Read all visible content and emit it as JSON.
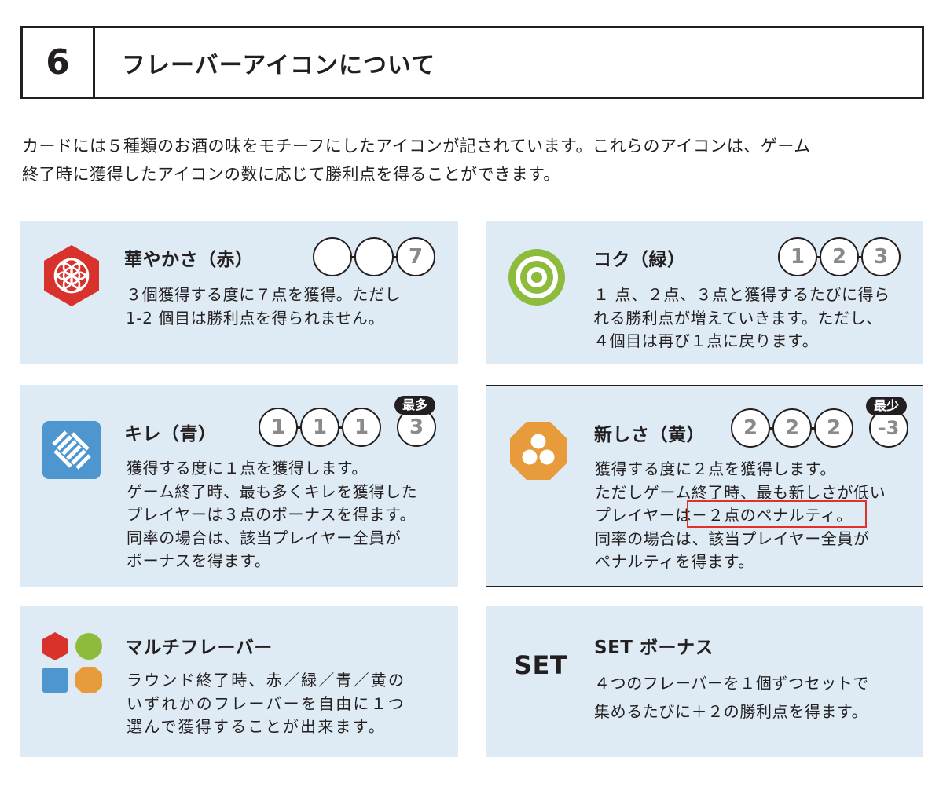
{
  "header": {
    "number": "6",
    "title": "フレーバーアイコンについて"
  },
  "intro": {
    "line1": "カードには５種類のお酒の味をモチーフにしたアイコンが記されています。これらのアイコンは、ゲーム",
    "line2": "終了時に獲得したアイコンの数に応じて勝利点を得ることができます。"
  },
  "panels": {
    "hanayaka": {
      "title": "華やかさ（赤）",
      "track": [
        "",
        "",
        "7"
      ],
      "lines": [
        "３個獲得する度に７点を獲得。ただし",
        "1-2 個目は勝利点を得られません。"
      ]
    },
    "koku": {
      "title": "コク（緑）",
      "track": [
        "1",
        "2",
        "3"
      ],
      "lines": [
        "１ 点、２点、３点と獲得するたびに得ら",
        "れる勝利点が増えていきます。ただし、",
        "４個目は再び１点に戻ります。"
      ]
    },
    "kire": {
      "title": "キレ（青）",
      "track": [
        "1",
        "1",
        "1"
      ],
      "extra": "3",
      "badge": "最多",
      "lines": [
        "獲得する度に１点を獲得します。",
        "ゲーム終了時、最も多くキレを獲得した",
        "プレイヤーは３点のボーナスを得ます。",
        "同率の場合は、該当プレイヤー全員が",
        "ボーナスを得ます。"
      ]
    },
    "atarashisa": {
      "title": "新しさ（黄）",
      "track": [
        "2",
        "2",
        "2"
      ],
      "extra": "-3",
      "badge": "最少",
      "lines": [
        "獲得する度に２点を獲得します。",
        "ただしゲーム終了時、最も新しさが低い",
        "プレイヤーは－２点のペナルティ。",
        "同率の場合は、該当プレイヤー全員が",
        "ペナルティを得ます。"
      ]
    },
    "multi": {
      "title": "マルチフレーバー",
      "lines": [
        "ラウンド終了時、赤／緑／青／黄の",
        "いずれかのフレーバーを自由に１つ",
        "選んで獲得することが出来ます。"
      ]
    },
    "set": {
      "icon_label": "SET",
      "title": "SET ボーナス",
      "lines": [
        "４つのフレーバーを１個ずつセットで",
        "集めるたびに＋２の勝利点を得ます。"
      ]
    }
  },
  "colors": {
    "red": "#d9312b",
    "green": "#8dbb3c",
    "blue": "#4e96cf",
    "yellow": "#e79b3a",
    "panel_bg": "#deebf4",
    "highlight": "#e2312d"
  },
  "icons": {
    "hanayaka": "flower-hexagon-icon",
    "koku": "concentric-circles-icon",
    "kire": "diagonal-weave-icon",
    "atarashisa": "three-dots-octagon-icon",
    "multi": "four-shapes-icon"
  }
}
